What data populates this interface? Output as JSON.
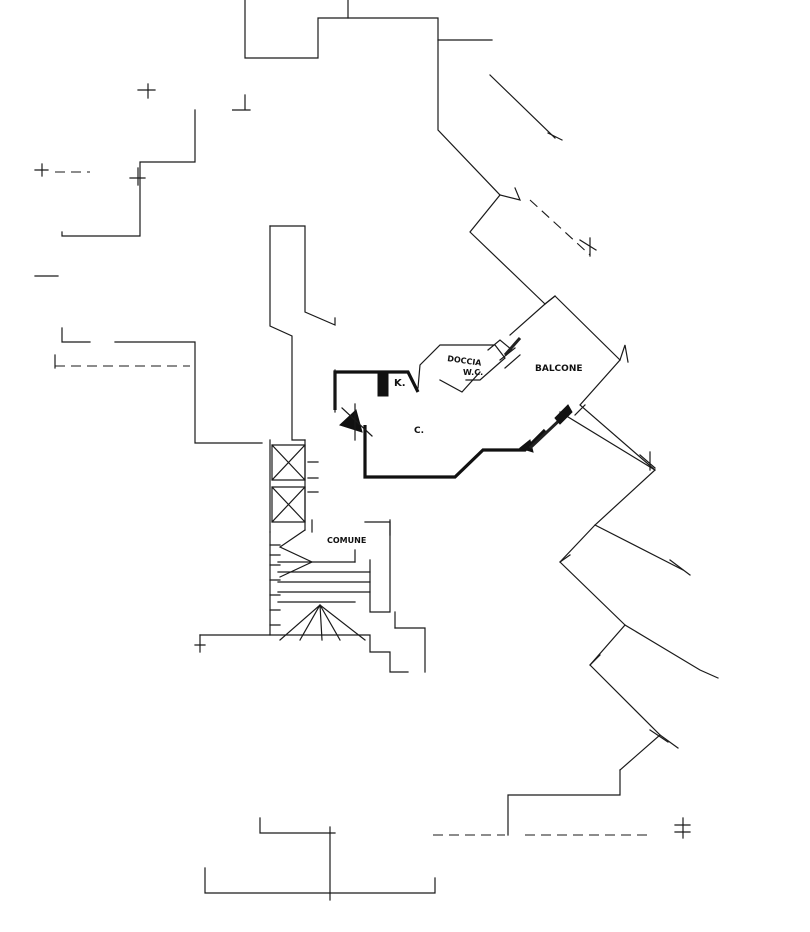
{
  "labels": {
    "doccia": "DOCCIA",
    "wc": "W.C.",
    "k": "K.",
    "c": "C.",
    "balcone": "BALCONE",
    "comune": "COMUNE"
  },
  "colors": {
    "background": "#ffffff",
    "line": "#1a1a1a",
    "apartment_outline": "#111111"
  }
}
